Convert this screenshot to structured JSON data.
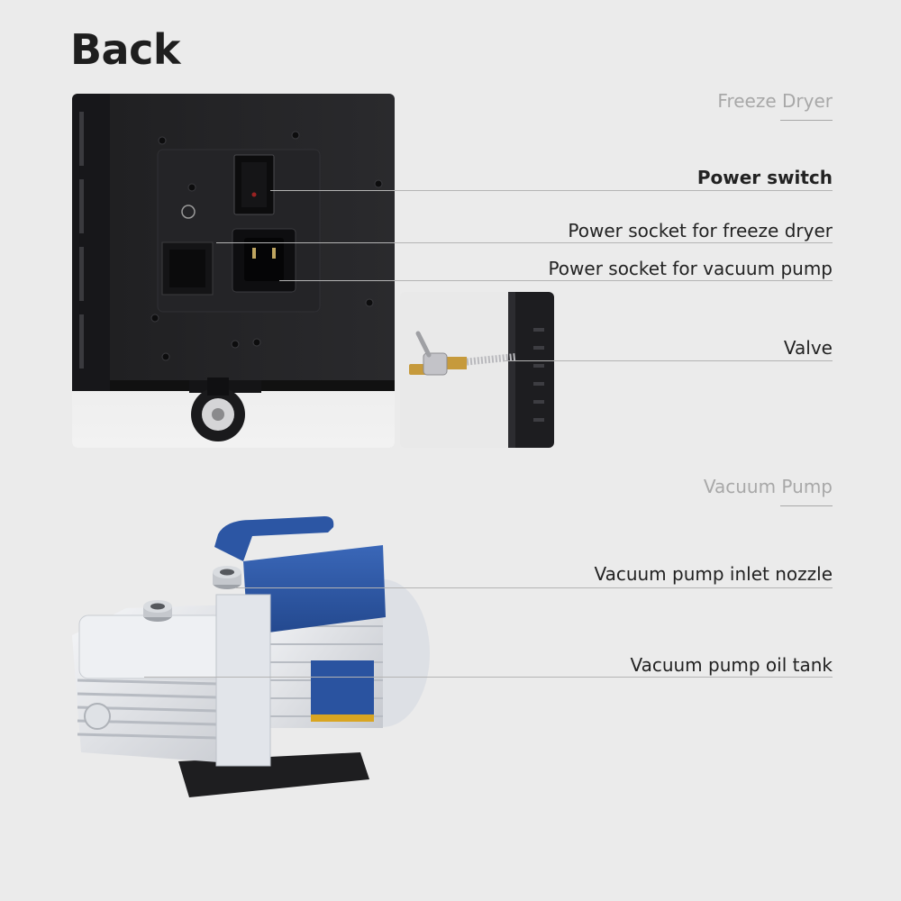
{
  "heading": "Back",
  "sections": {
    "freeze_dryer": "Freeze Dryer",
    "vacuum_pump": "Vacuum Pump"
  },
  "labels": {
    "power_switch": "Power switch",
    "socket_freeze_dryer": "Power socket for freeze dryer",
    "socket_vacuum_pump": "Power socket for vacuum pump",
    "valve": "Valve",
    "inlet_nozzle": "Vacuum pump inlet nozzle",
    "oil_tank": "Vacuum pump oil tank"
  },
  "colors": {
    "background": "#ebebeb",
    "cabinet": "#1c1c1e",
    "pump_blue": "#2f5aa8",
    "pump_body": "#e8eaee"
  }
}
